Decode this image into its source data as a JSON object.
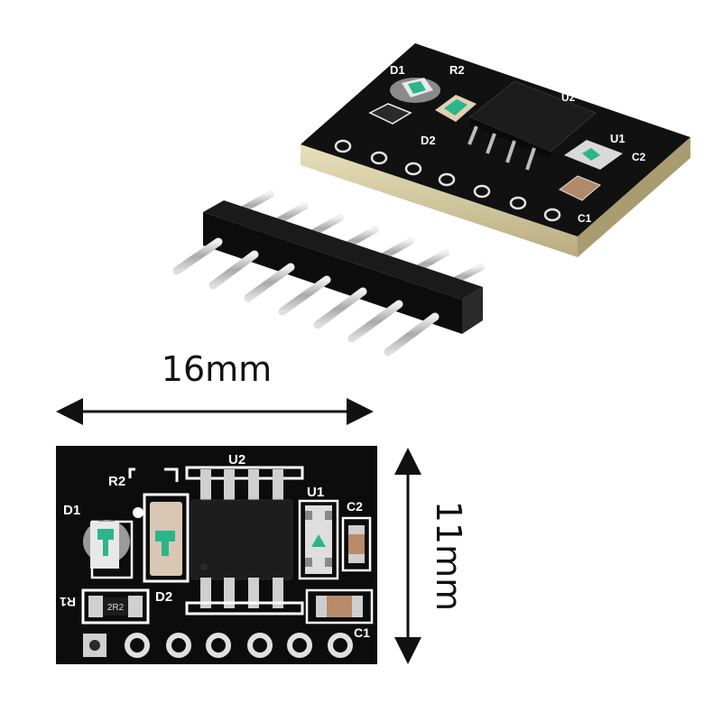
{
  "dimensions": {
    "width_label": "16mm",
    "height_label": "11mm"
  },
  "top_board_labels": {
    "d1": "D1",
    "r2": "R2",
    "d2": "D2",
    "u2": "U2",
    "u1": "U1",
    "c2": "C2",
    "c1": "C1"
  },
  "front_board_labels": {
    "d1": "D1",
    "r2": "R2",
    "u2": "U2",
    "u1": "U1",
    "c2": "C2",
    "r1": "R1",
    "resistor_code": "2R2",
    "d2": "D2",
    "c1": "C1"
  },
  "colors": {
    "pcb": "#111111",
    "silkscreen": "#ffffff",
    "led_green": "#2bb58a",
    "pad": "#d8d8d8",
    "fr4_edge": "#d9cfa8",
    "pin_metal": "#c8c8c8"
  }
}
